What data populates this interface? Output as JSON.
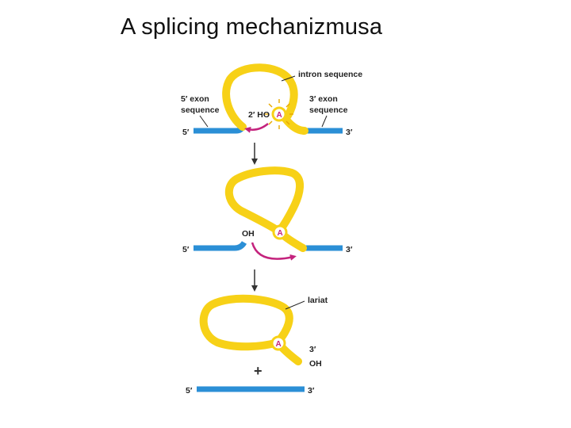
{
  "title": "A splicing mechanizmusa",
  "colors": {
    "exon": "#2b8fd6",
    "intron": "#f7d117",
    "intron_edge": "#e8bd08",
    "arrow_magenta": "#c4237d",
    "text": "#222222",
    "step_arrow": "#333333"
  },
  "step1": {
    "intron_label": "intron sequence",
    "five_exon_label_line1": "5′ exon",
    "five_exon_label_line2": "sequence",
    "three_exon_label_line1": "3′ exon",
    "three_exon_label_line2": "sequence",
    "hydroxyl_label": "2′ HO",
    "adenosine": "A",
    "five_end": "5′",
    "three_end": "3′"
  },
  "step2": {
    "hydroxyl_label": "OH",
    "adenosine": "A",
    "five_end": "5′",
    "three_end": "3′"
  },
  "step3": {
    "lariat_label": "lariat",
    "adenosine": "A",
    "lariat_three": "3′",
    "lariat_oh": "OH",
    "plus": "+",
    "five_end": "5′",
    "three_end": "3′"
  }
}
